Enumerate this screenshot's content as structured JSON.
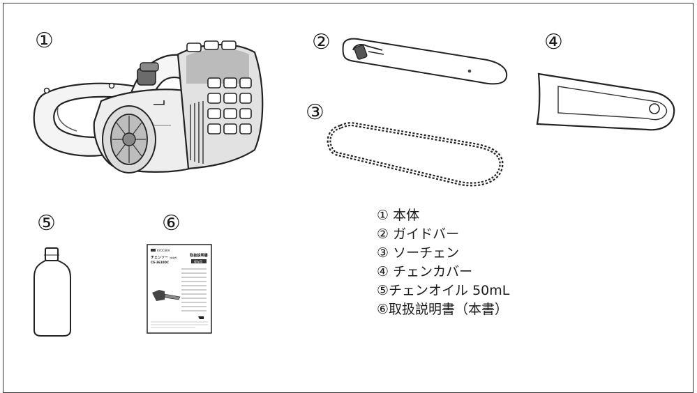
{
  "markers": {
    "m1": "①",
    "m2": "②",
    "m3": "③",
    "m4": "④",
    "m5": "⑤",
    "m6": "⑥"
  },
  "legend": [
    "① 本体",
    "② ガイドバー",
    "③ ソーチェン",
    "④ チェンカバー",
    "⑤チェンオイル 50mL",
    "⑥取扱説明書（本書）"
  ],
  "manual": {
    "brand": "KYOCERA",
    "title_left": "チェンソー",
    "title_left_small": "（充電式）",
    "model": "CS-3610DC",
    "title_right": "取扱説明書",
    "badge": "保存用"
  }
}
